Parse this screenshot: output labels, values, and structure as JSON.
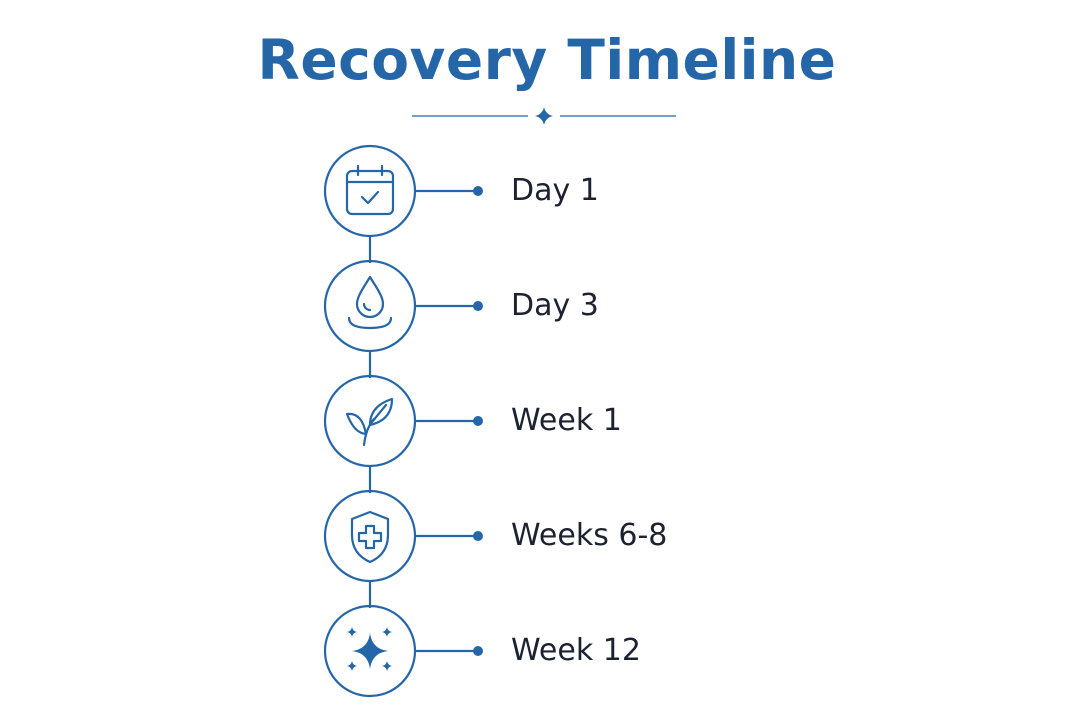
{
  "title": "Recovery Timeline",
  "colors": {
    "accent": "#2566a9",
    "text": "#1c2230",
    "background": "#ffffff"
  },
  "steps": [
    {
      "label": "Day 1",
      "icon": "calendar-check-icon"
    },
    {
      "label": "Day 3",
      "icon": "water-drop-icon"
    },
    {
      "label": "Week 1",
      "icon": "sprout-leaves-icon"
    },
    {
      "label": "Weeks 6-8",
      "icon": "shield-cross-icon"
    },
    {
      "label": "Week 12",
      "icon": "sparkles-icon"
    }
  ]
}
